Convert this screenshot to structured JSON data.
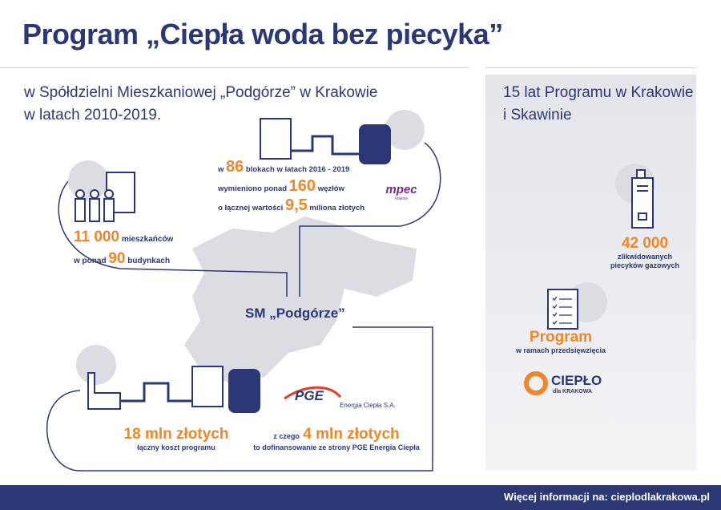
{
  "header": {
    "title": "Program „Ciepła woda bez piecyka”",
    "subtitle_line1": "w Spółdzielni Mieszkaniowej „Podgórze” w Krakowie",
    "subtitle_line2": "w latach 2010-2019."
  },
  "blocks": {
    "prefix": "w",
    "blocks_num": "86",
    "blocks_text": "blokach w latach 2016 - 2019",
    "nodes_prefix": "wymieniono ponad",
    "nodes_num": "160",
    "nodes_text": "węzłów",
    "value_prefix": "o łącznej wartości",
    "value_num": "9,5",
    "value_text": "miliona złotych"
  },
  "residents": {
    "num": "11 000",
    "text": "mieszkańców",
    "buildings_prefix": "w ponad",
    "buildings_num": "90",
    "buildings_text": "budynkach"
  },
  "center_label": "SM „Podgórze”",
  "cost": {
    "total": "18 mln złotych",
    "total_label": "łączny koszt programu",
    "part_prefix": "z czego",
    "part": "4 mln złotych",
    "part_label": "to dofinansowanie ze strony PGE Energia Ciepła"
  },
  "logos": {
    "mpec": "mpec",
    "mpec_sub": "kraków",
    "pge": "PGE",
    "pge_sub": "Energia Ciepła S.A.",
    "cieplo": "CIEPŁO",
    "cieplo_sub": "dla KRAKOWA"
  },
  "panel": {
    "title_line1": "15 lat Programu w Krakowie",
    "title_line2": "i Skawinie",
    "heaters_num": "42 000",
    "heaters_line1": "zlikwidowanych",
    "heaters_line2": "piecyków gazowych",
    "program": "Program",
    "program_sub": "w ramach przedsięwzięcia"
  },
  "footer": {
    "text": "Więcej informacji na: cieplodlakrakowa.pl"
  },
  "colors": {
    "navy": "#2b3875",
    "orange": "#ef862a",
    "panel": "#e8e9ee"
  }
}
